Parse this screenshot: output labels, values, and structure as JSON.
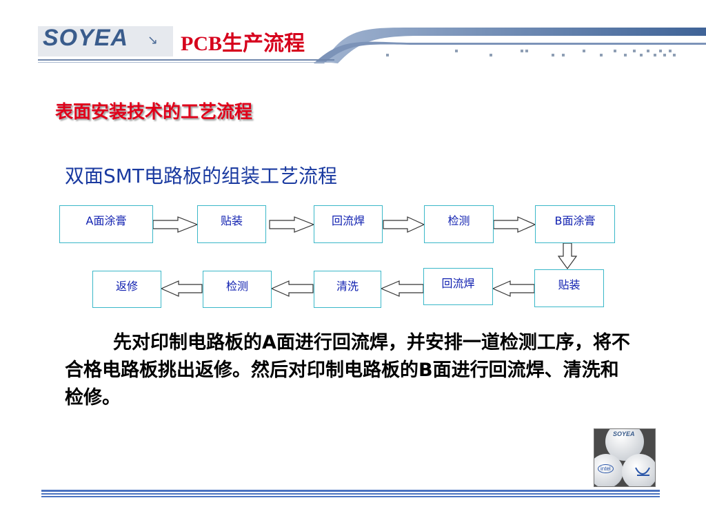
{
  "header": {
    "logo_text": "SOYEA",
    "logo_arrow": "↘",
    "title": "PCB生产流程"
  },
  "section_heading": "表面安装技术的工艺流程",
  "sub_heading": "双面SMT电路板的组装工艺流程",
  "flow": {
    "row1": [
      "A面涂膏",
      "贴装",
      "回流焊",
      "检测",
      "B面涂膏"
    ],
    "row2": [
      "返修",
      "检测",
      "清洗",
      "回流焊",
      "贴装"
    ]
  },
  "paragraph": "先对印制电路板的A面进行回流焊，并安排一道检测工序，将不合格电路板挑出返修。然后对印制电路板的B面进行回流焊、清洗和检修。",
  "thumbnail": {
    "top_text": "SOYEA",
    "intel_text": "intel"
  },
  "colors": {
    "title_red": "#d6001c",
    "heading_red": "#e0001a",
    "subheading_blue": "#1a3aa0",
    "box_border": "#39b7c8",
    "box_text": "#1020b0",
    "header_blue": "#3a5c8c"
  }
}
